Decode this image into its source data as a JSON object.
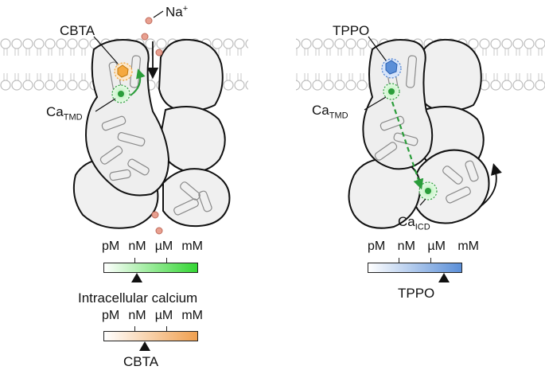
{
  "left_panel": {
    "ligand_label": "CBTA",
    "ion_label": "Na",
    "ion_charge": "+",
    "ca_label": "Ca",
    "ca_sub": "TMD"
  },
  "right_panel": {
    "ligand_label": "TPPO",
    "ca_tmd_label": "Ca",
    "ca_tmd_sub": "TMD",
    "ca_icd_label": "Ca",
    "ca_icd_sub": "ICD"
  },
  "scales": {
    "units": [
      "pM",
      "nM",
      "µM",
      "mM"
    ],
    "calcium": {
      "title": "Intracellular calcium",
      "level_percent": 35,
      "color": "#33d633"
    },
    "cbta": {
      "title": "CBTA",
      "level_percent": 44,
      "color": "#f0a050"
    },
    "tppo": {
      "title": "TPPO",
      "level_percent": 81,
      "color": "#5b8fd8"
    }
  },
  "colors": {
    "calcium_green": "#2a9d3a",
    "cbta_orange": "#f0a030",
    "tppo_blue": "#4a7fd0",
    "sodium": "#e8a090"
  }
}
